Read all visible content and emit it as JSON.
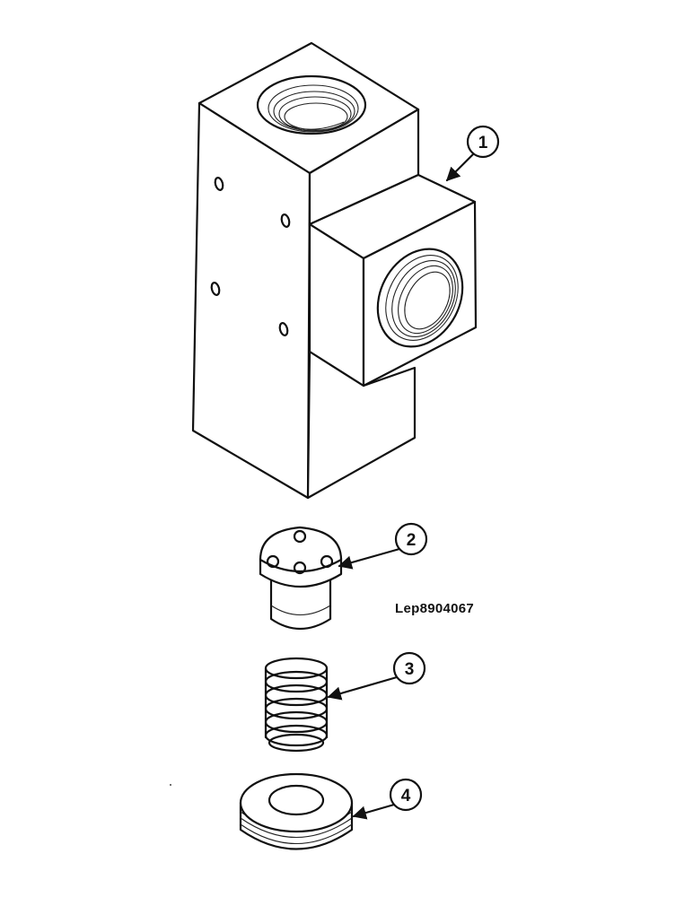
{
  "figure": {
    "reference": "Lep8904067",
    "callouts": [
      {
        "label": "1"
      },
      {
        "label": "2"
      },
      {
        "label": "3"
      },
      {
        "label": "4"
      }
    ]
  }
}
